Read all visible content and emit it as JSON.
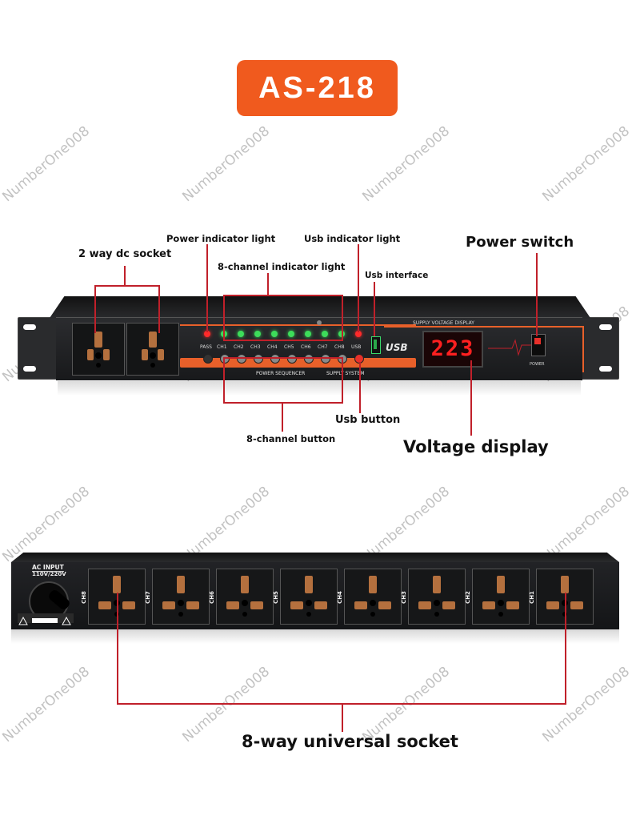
{
  "model_badge": "AS-218",
  "watermark": "NumberOne008",
  "front_labels": {
    "dc_socket": "2 way dc socket",
    "power_indicator": "Power indicator light",
    "channel_indicator": "8-channel indicator light",
    "usb_indicator": "Usb indicator light",
    "usb_interface": "Usb interface",
    "power_switch": "Power switch",
    "usb_button": "Usb button",
    "channel_button": "8-channel button",
    "voltage_display": "Voltage display"
  },
  "front_panel": {
    "channel_labels": [
      "PASS",
      "CH1",
      "CH2",
      "CH3",
      "CH4",
      "CH5",
      "CH6",
      "CH7",
      "CH8",
      "USB"
    ],
    "sequencer_text": "POWER SEQUENCER",
    "supply_system_text": "SUPPLY SYSTEM",
    "supply_voltage_text": "SUPPLY VOLTAGE DISPLAY",
    "usb_logo": "USB",
    "display_value": "223",
    "power_text": "POWER"
  },
  "rear_panel": {
    "ac_input": "AC INPUT",
    "ac_voltage": "110V/220V",
    "channels": [
      "CH8",
      "CH7",
      "CH6",
      "CH5",
      "CH4",
      "CH3",
      "CH2",
      "CH1"
    ]
  },
  "rear_label": "8-way universal socket",
  "colors": {
    "badge": "#f05a1e",
    "callout_line": "#c0202a",
    "led_green": "#3ddc5a",
    "led_red": "#ff2a2a",
    "display_digits": "#ff2020",
    "socket_copper": "#b4703e",
    "panel": "#1f2022"
  }
}
